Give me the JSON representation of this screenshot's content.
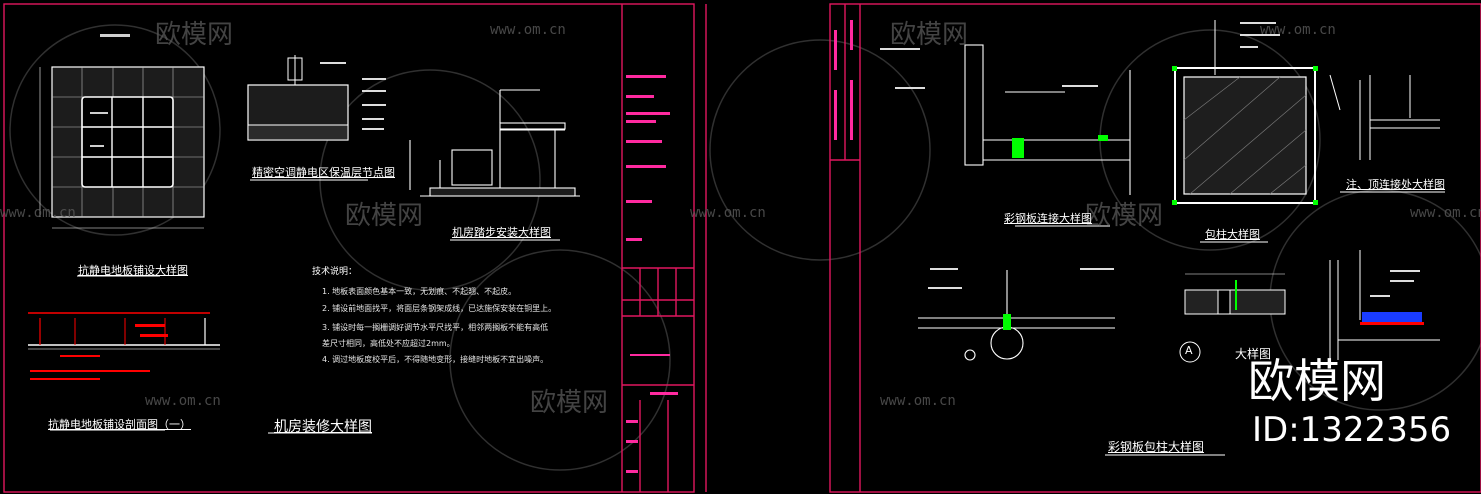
{
  "watermark": {
    "brand": "欧模网",
    "url": "www.om.cn"
  },
  "logo": {
    "brand": "欧模网",
    "id": "ID:1322356"
  },
  "sheet1": {
    "titles": {
      "floor_plan": "抗静电地板铺设大样图",
      "section": "抗静电地板铺设剖面图（一）",
      "ac_node": "精密空调静电区保温层节点图",
      "steps": "机房踏步安装大样图",
      "main": "机房装修大样图"
    },
    "notes": {
      "heading": "技术说明：",
      "items": [
        "1. 地板表面颜色基本一致，无划痕、不起翘、不起皮。",
        "2. 铺设前地面找平，将面层条钢架成线，已达施保安装在铜里上。",
        "3. 铺设时每一搁栅调好调节水平尺找平，相邻两搁板不能有高低",
        "   差尺寸相同，高低处不应超过2mm。",
        "4. 调过地板度校平后，不得随地变形，接缝时地板不宜出噪声。"
      ]
    }
  },
  "sheet2": {
    "titles": {
      "connect": "彩钢板连接大样图",
      "column": "包柱大样图",
      "corner": "注、顶连接处大样图",
      "wrap": "彩钢板包柱大样图",
      "detail_a": "大样图"
    },
    "marker": "A"
  },
  "colors": {
    "frame": "#e0175f",
    "line": "#ffffff",
    "accent": "#00ff00",
    "red": "#ff0000",
    "blue": "#1a3cff"
  }
}
